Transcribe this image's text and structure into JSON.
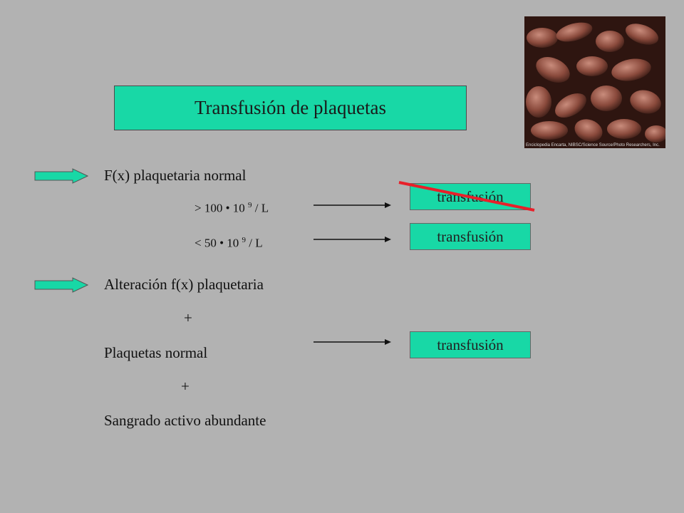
{
  "slide": {
    "title": "Transfusión de plaquetas",
    "photo_credit": "Enciclopedia Encarta, NIBSC/Science Source/Photo Researchers, Inc.",
    "section1": {
      "heading": "F(x) plaquetaria normal",
      "cond1": {
        "prefix": "> 100 • 10 ",
        "exp": "9",
        "suffix": " / L"
      },
      "cond2": {
        "prefix": "< 50 • 10 ",
        "exp": "9",
        "suffix": " / L"
      },
      "result1": "transfusión",
      "result2": "transfusión"
    },
    "section2": {
      "line1": "Alteración f(x) plaquetaria",
      "plus1": "+",
      "line2": "Plaquetas normal",
      "plus2": "+",
      "line3": "Sangrado activo abundante",
      "result": "transfusión"
    }
  },
  "colors": {
    "background": "#b2b2b2",
    "accent_box": "#18d8a6",
    "strike": "#e8202a"
  }
}
